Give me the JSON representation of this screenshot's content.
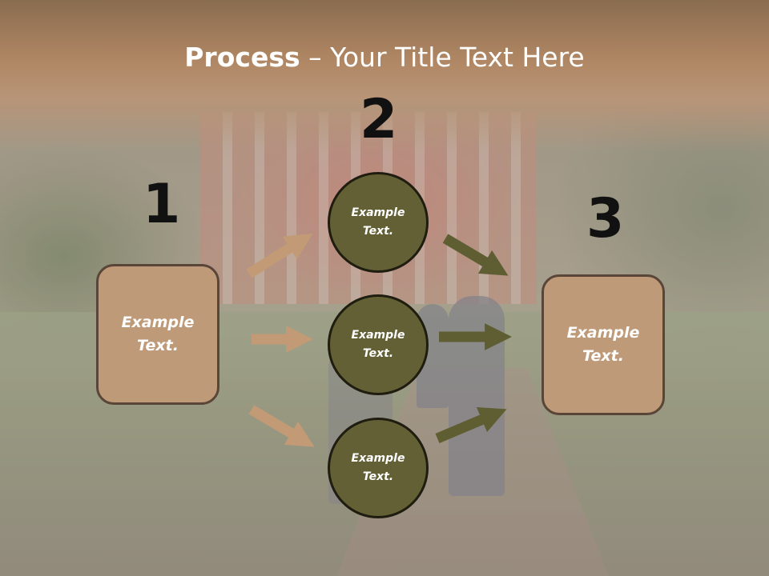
{
  "title": {
    "bold": "Process",
    "rest": " – Your Title Text Here"
  },
  "steps": {
    "one": {
      "number": "1",
      "box_text": "Example\nText."
    },
    "two": {
      "number": "2",
      "circles": [
        "Example\nText.",
        "Example\nText.",
        "Example\nText."
      ]
    },
    "three": {
      "number": "3",
      "box_text": "Example\nText."
    }
  },
  "colors": {
    "left_arrow": "#c29b76",
    "right_arrow": "#5f5e33",
    "box_fill": "#bf9a78",
    "circle_fill": "#636035"
  },
  "icons": [
    "arrow-right-icon"
  ]
}
